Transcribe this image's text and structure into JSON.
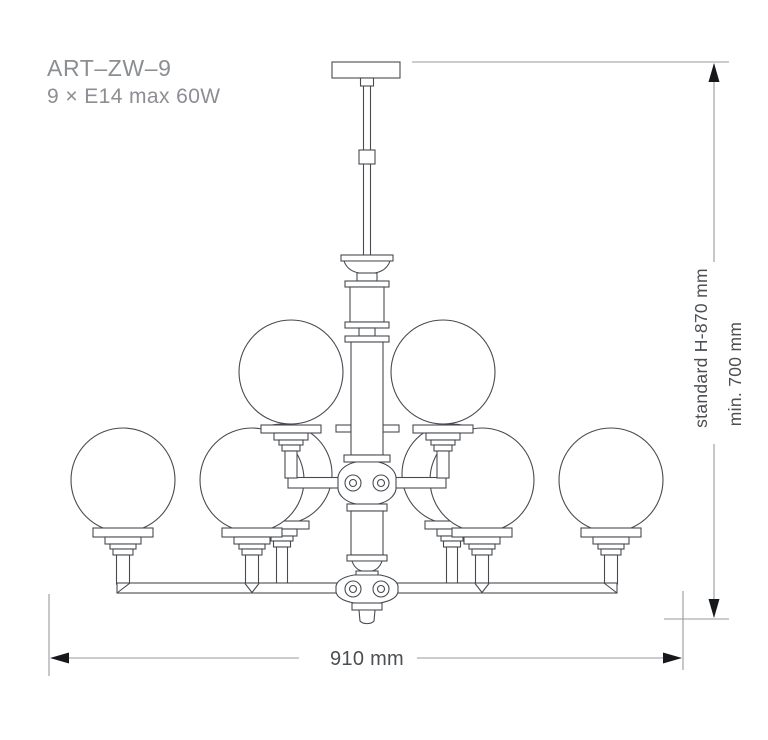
{
  "product": {
    "model": "ART–ZW–9",
    "spec": "9 × E14 max 60W"
  },
  "dimensions": {
    "width": "910 mm",
    "height_standard": "standard H-870 mm",
    "height_min": "min. 700 mm"
  },
  "figure": {
    "subject": "two-tier nine-globe chandelier technical line drawing"
  },
  "colors": {
    "bg": "#ffffff",
    "line": "#474b50",
    "dim-line": "#97999c",
    "arrow": "#16181b",
    "dim-text": "#4b4f53",
    "product-text": "#8b8e93"
  }
}
